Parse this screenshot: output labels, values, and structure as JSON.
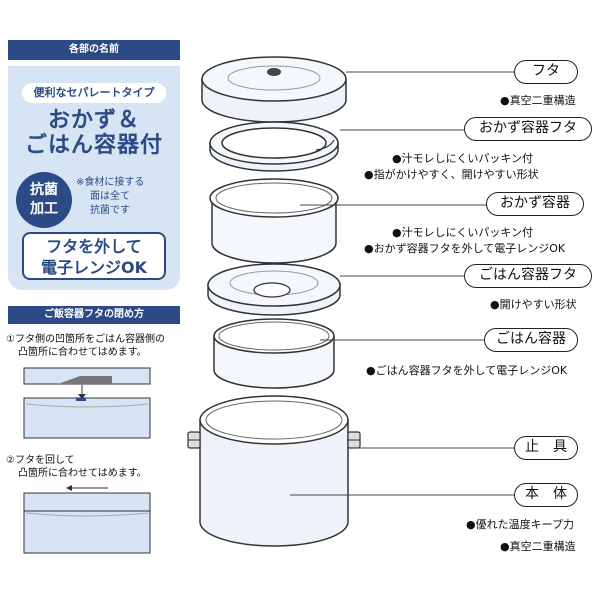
{
  "panel": {
    "parts_header": "各部の名前",
    "type_label": "便利なセパレートタイプ",
    "title_line1": "おかず＆",
    "title_line2": "ごはん容器付",
    "antibacterial_line1": "抗菌",
    "antibacterial_line2": "加工",
    "antibacterial_note_line1": "※食材に接する",
    "antibacterial_note_line2": "面は全て",
    "antibacterial_note_line3": "抗菌です",
    "microwave_line1": "フタを外して",
    "microwave_line2": "電子レンジOK"
  },
  "instructions": {
    "header": "ご飯容器フタの閉め方",
    "step1_line1": "①フタ側の凹箇所をごはん容器側の",
    "step1_line2": "凸箇所に合わせてはめます。",
    "step2_line1": "②フタを回して",
    "step2_line2": "凸箇所に合わせてはめます。"
  },
  "parts": [
    {
      "label": "フタ",
      "desc": [
        "●真空二重構造"
      ]
    },
    {
      "label": "おかず容器フタ",
      "desc": [
        "●汁モレしにくいパッキン付",
        "●指がかけやすく、開けやすい形状"
      ]
    },
    {
      "label": "おかず容器",
      "desc": [
        "●汁モレしにくいパッキン付",
        "●おかず容器フタを外して電子レンジOK"
      ]
    },
    {
      "label": "ごはん容器フタ",
      "desc": [
        "●開けやすい形状"
      ]
    },
    {
      "label": "ごはん容器",
      "desc": [
        "●ごはん容器フタを外して電子レンジOK"
      ]
    },
    {
      "label": "止　具",
      "desc": []
    },
    {
      "label": "本　体",
      "desc": [
        "●優れた温度キープ力",
        "●真空二重構造"
      ]
    }
  ],
  "colors": {
    "navy": "#2c4a86",
    "light_blue": "#d6e4f3",
    "line": "#333333"
  }
}
